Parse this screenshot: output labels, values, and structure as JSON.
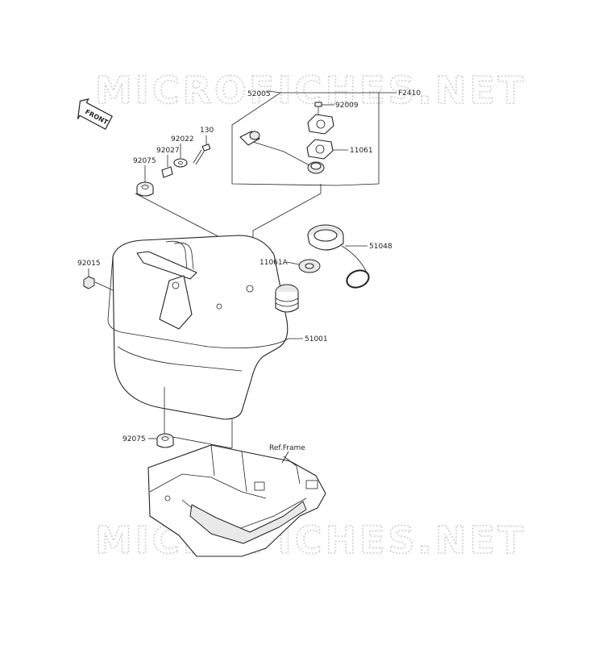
{
  "watermark": {
    "text": "MICROFICHES.NET"
  },
  "front_arrow": {
    "label": "FRONT"
  },
  "parts": {
    "p52005": "52005",
    "pF2410": "F2410",
    "p92009": "92009",
    "p11061": "11061",
    "p130": "130",
    "p92022": "92022",
    "p92027": "92027",
    "p92075_top": "92075",
    "p51048": "51048",
    "p11061A": "11061A",
    "p92015": "92015",
    "p51001": "51001",
    "p92075_bottom": "92075",
    "ref_frame": "Ref.Frame"
  },
  "colors": {
    "line": "#222222",
    "watermark": "#cfcfcf",
    "shade": "#e9e9e9"
  }
}
